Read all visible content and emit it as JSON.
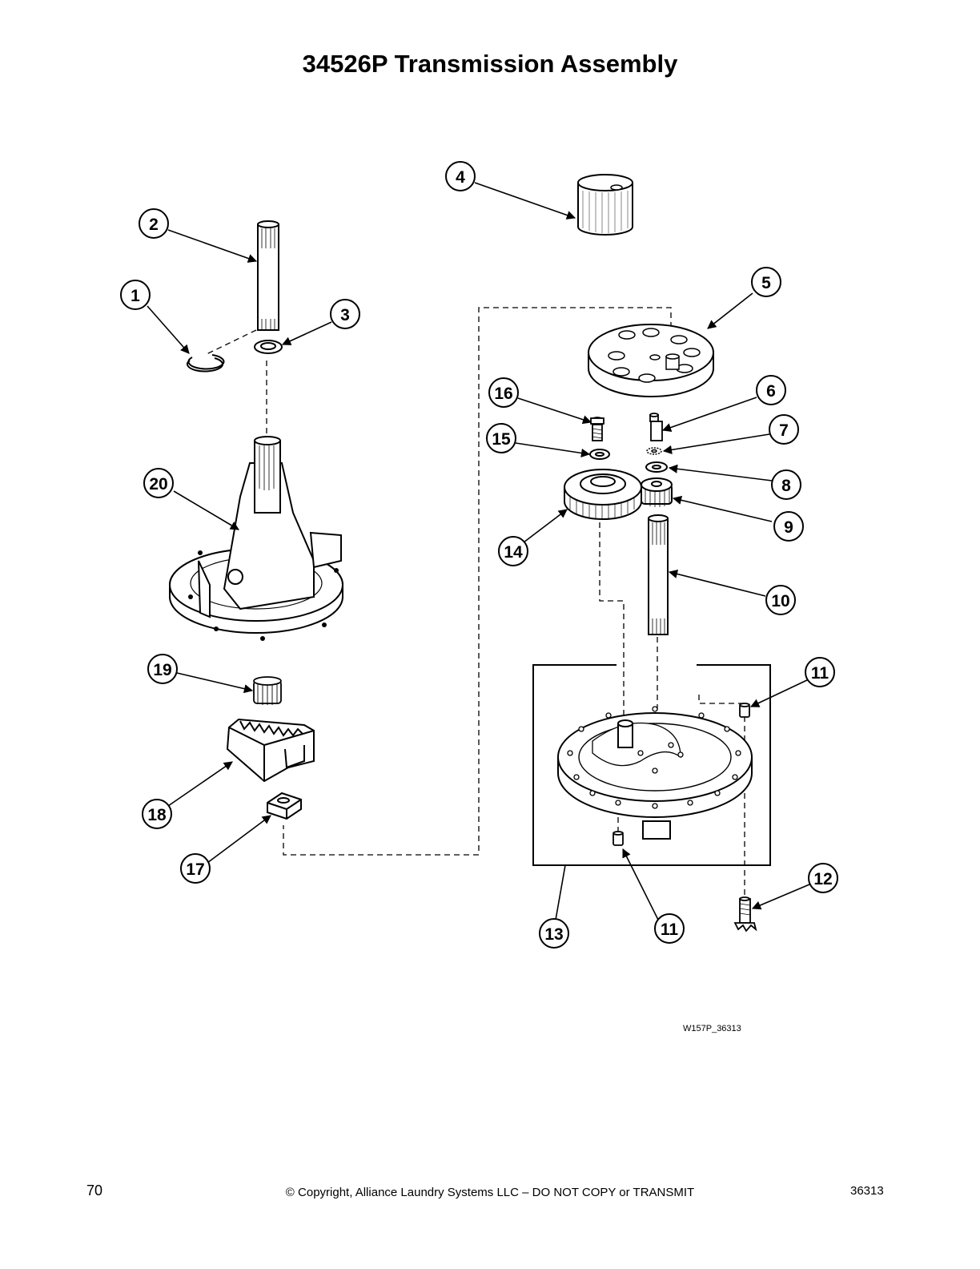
{
  "page": {
    "title": "34526P Transmission Assembly",
    "figure_code": "W157P_36313",
    "page_number": "70",
    "copyright": "© Copyright, Alliance Laundry Systems LLC – DO NOT COPY or TRANSMIT",
    "document_number": "36313"
  },
  "callouts": [
    "1",
    "2",
    "3",
    "4",
    "5",
    "6",
    "7",
    "8",
    "9",
    "10",
    "11",
    "11",
    "12",
    "13",
    "14",
    "15",
    "16",
    "17",
    "18",
    "19",
    "20"
  ]
}
